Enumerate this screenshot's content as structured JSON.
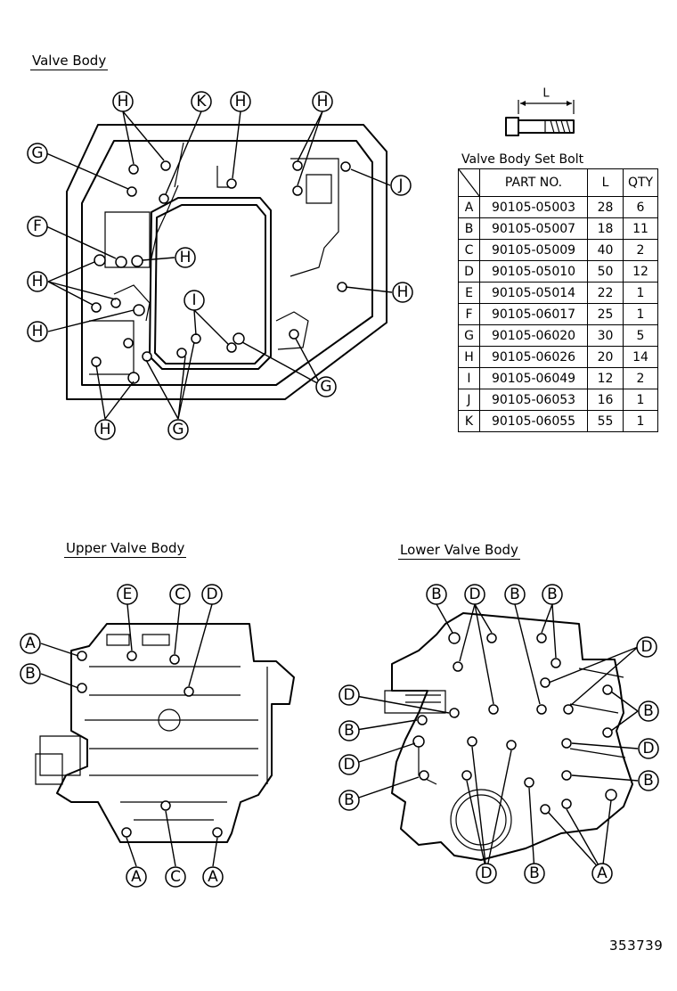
{
  "sections": {
    "valve_body": "Valve Body",
    "upper_valve_body": "Upper Valve Body",
    "lower_valve_body": "Lower Valve Body"
  },
  "bolt_dimension_label": "L",
  "table": {
    "caption": "Valve Body Set Bolt",
    "headers": [
      "PART NO.",
      "L",
      "QTY"
    ],
    "rows": [
      {
        "key": "A",
        "part": "90105-05003",
        "l": "28",
        "qty": "6"
      },
      {
        "key": "B",
        "part": "90105-05007",
        "l": "18",
        "qty": "11"
      },
      {
        "key": "C",
        "part": "90105-05009",
        "l": "40",
        "qty": "2"
      },
      {
        "key": "D",
        "part": "90105-05010",
        "l": "50",
        "qty": "12"
      },
      {
        "key": "E",
        "part": "90105-05014",
        "l": "22",
        "qty": "1"
      },
      {
        "key": "F",
        "part": "90105-06017",
        "l": "25",
        "qty": "1"
      },
      {
        "key": "G",
        "part": "90105-06020",
        "l": "30",
        "qty": "5"
      },
      {
        "key": "H",
        "part": "90105-06026",
        "l": "20",
        "qty": "14"
      },
      {
        "key": "I",
        "part": "90105-06049",
        "l": "12",
        "qty": "2"
      },
      {
        "key": "J",
        "part": "90105-06053",
        "l": "16",
        "qty": "1"
      },
      {
        "key": "K",
        "part": "90105-06055",
        "l": "55",
        "qty": "1"
      }
    ]
  },
  "figure_number": "353739"
}
